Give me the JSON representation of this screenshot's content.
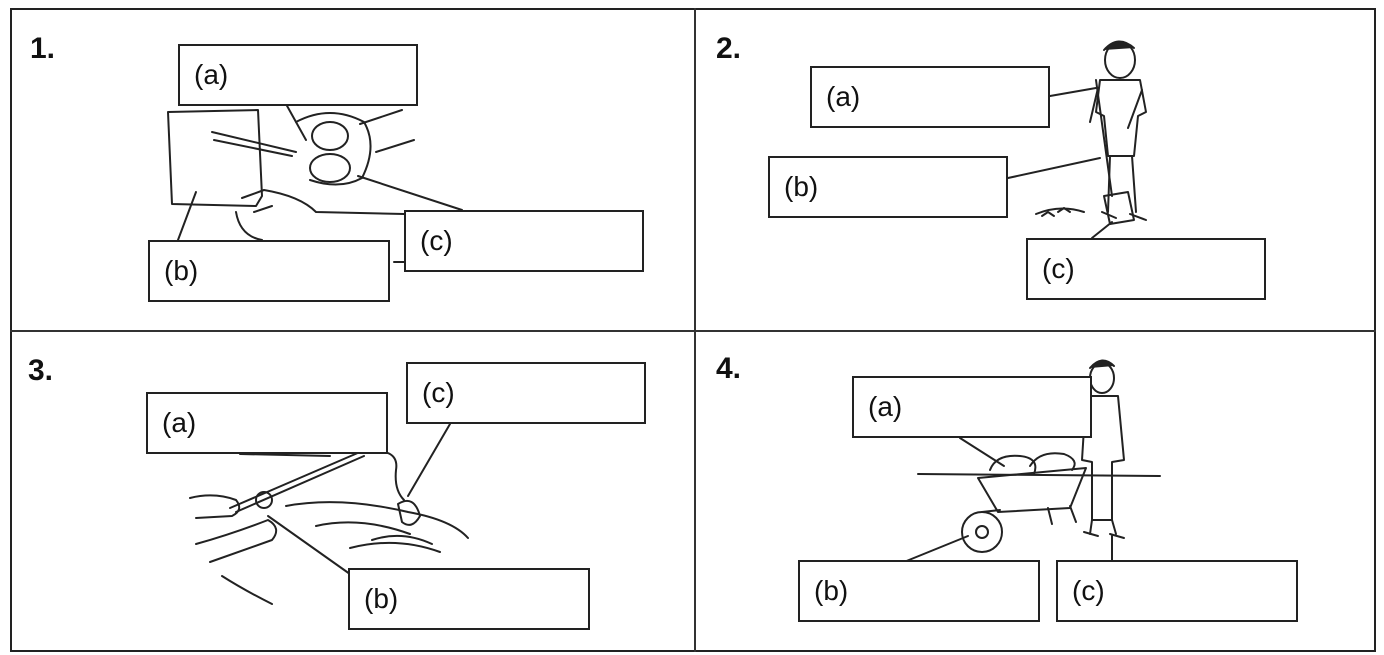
{
  "questions": [
    {
      "number": "1.",
      "picture": "scissors-cutting-paper",
      "labels": {
        "a": "(a)",
        "b": "(b)",
        "c": "(c)"
      }
    },
    {
      "number": "2.",
      "picture": "boy-sweeping-with-broom",
      "labels": {
        "a": "(a)",
        "b": "(b)",
        "c": "(c)"
      }
    },
    {
      "number": "3.",
      "picture": "fishing-rod-catching-fish",
      "labels": {
        "a": "(a)",
        "b": "(b)",
        "c": "(c)"
      }
    },
    {
      "number": "4.",
      "picture": "man-pushing-wheelbarrow",
      "labels": {
        "a": "(a)",
        "b": "(b)",
        "c": "(c)"
      }
    }
  ]
}
